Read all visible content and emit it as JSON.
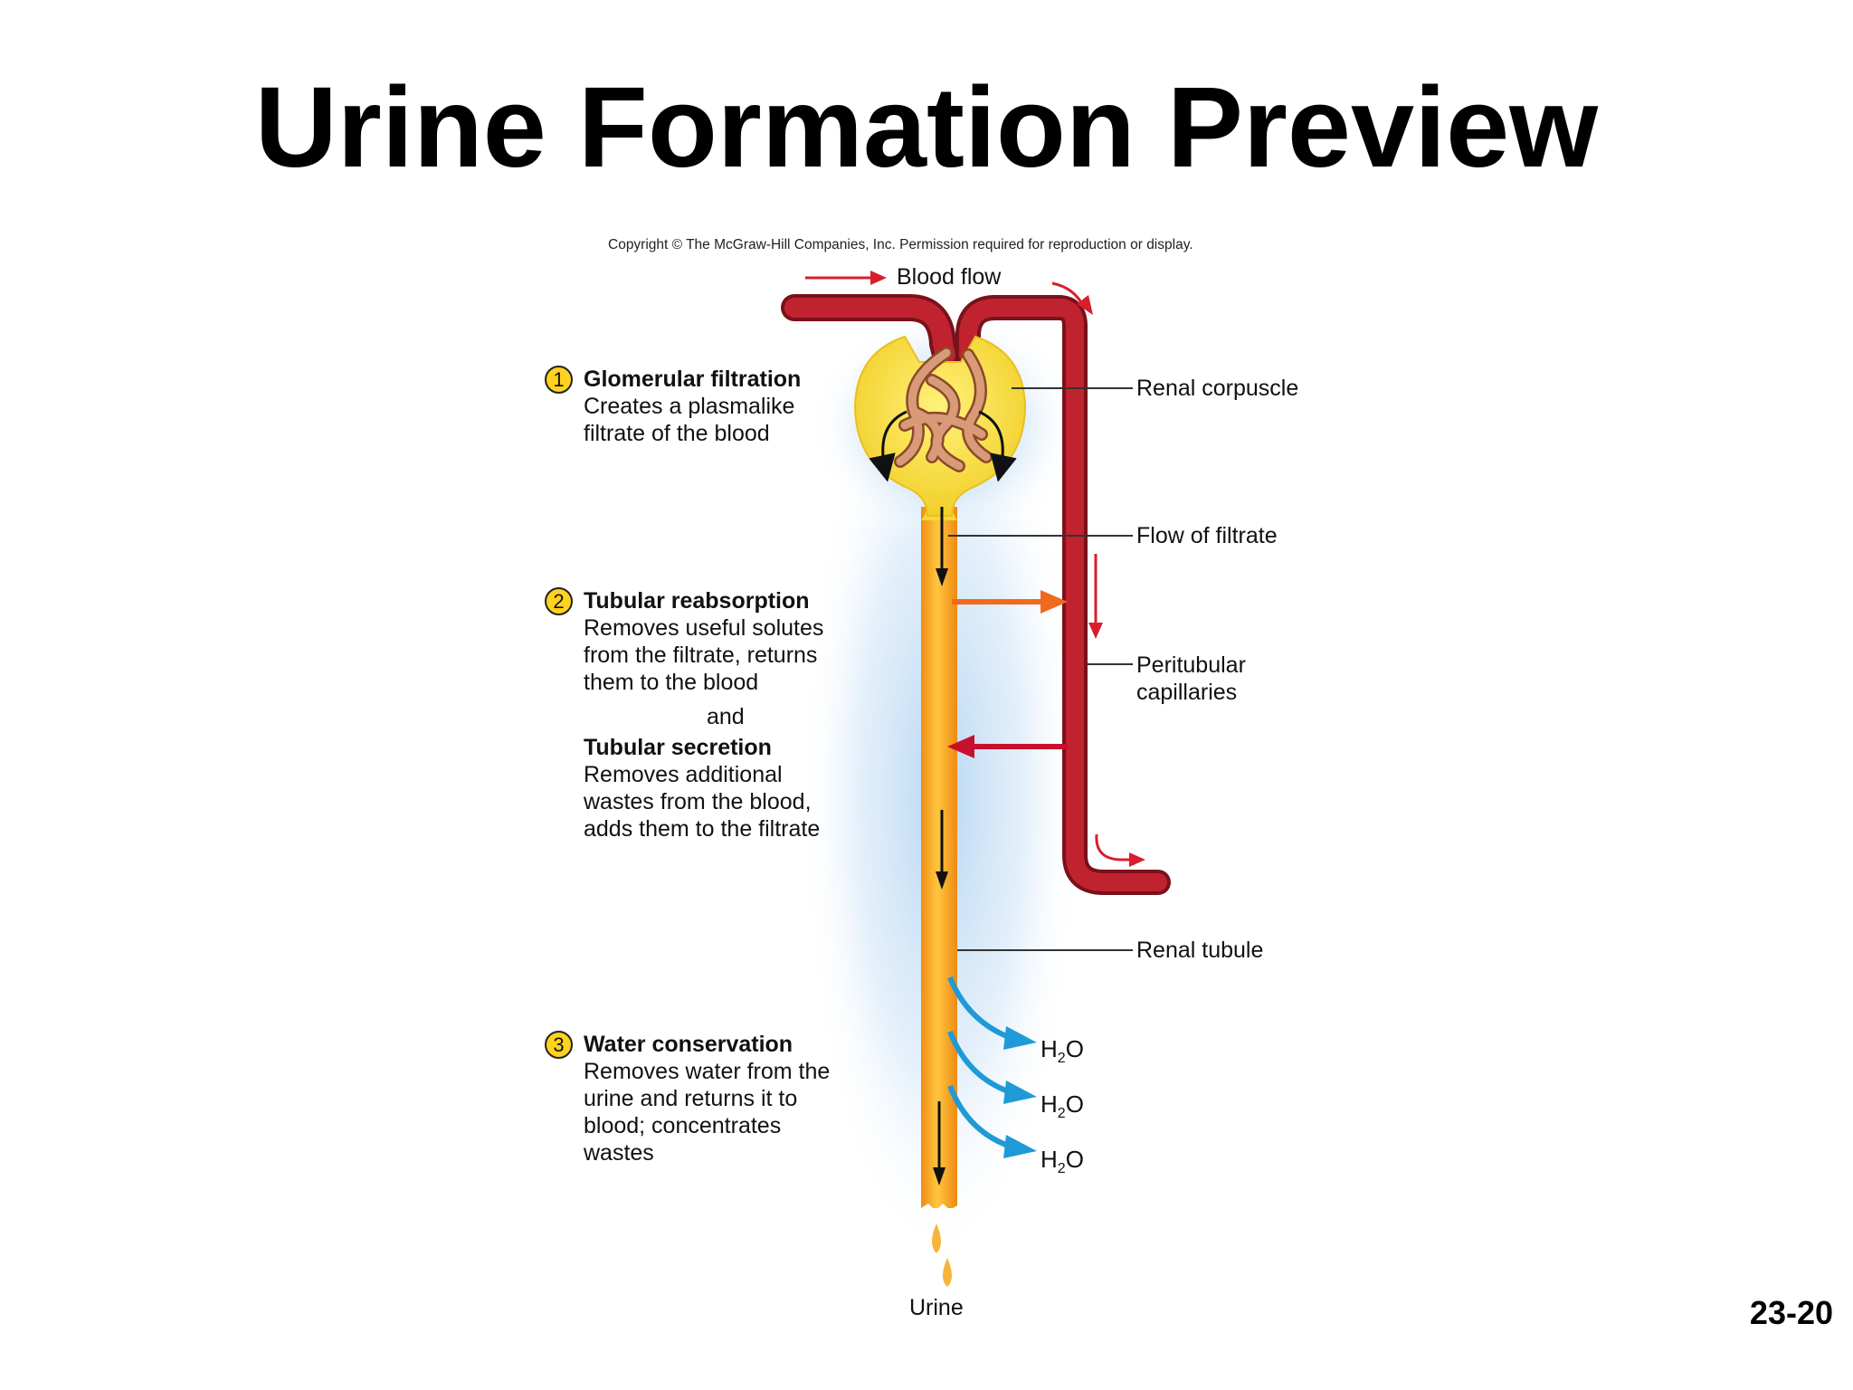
{
  "title": "Urine Formation Preview",
  "copyright": "Copyright © The McGraw-Hill Companies, Inc. Permission required for reproduction or display.",
  "slide_number": "23-20",
  "labels": {
    "blood_flow": "Blood flow",
    "renal_corpuscle": "Renal corpuscle",
    "flow_of_filtrate": "Flow of filtrate",
    "peritubular": "Peritubular",
    "capillaries": "capillaries",
    "renal_tubule": "Renal tubule",
    "urine": "Urine",
    "h2o_h": "H",
    "h2o_sub": "2",
    "h2o_o": "O"
  },
  "steps": [
    {
      "number": "1",
      "heading": "Glomerular filtration",
      "lines": [
        "Creates a plasmalike",
        "filtrate of the blood"
      ]
    },
    {
      "number": "2",
      "heading": "Tubular reabsorption",
      "lines": [
        "Removes useful solutes",
        "from the filtrate, returns",
        "them to the blood"
      ],
      "connector": "and",
      "heading2": "Tubular secretion",
      "lines2": [
        "Removes additional",
        "wastes from the blood,",
        "adds them to the filtrate"
      ]
    },
    {
      "number": "3",
      "heading": "Water conservation",
      "lines": [
        "Removes water from the",
        "urine and returns it to",
        "blood; concentrates",
        "wastes"
      ]
    }
  ],
  "colors": {
    "blood_vessel": "#b01e2a",
    "tubule": "#f7a91a",
    "corpuscle": "#f6e23c",
    "glow": "#bfdcf5",
    "reabsorption_arrow": "#f06a1e",
    "secretion_arrow": "#c8102e",
    "water_arrow": "#1f9ad6"
  }
}
